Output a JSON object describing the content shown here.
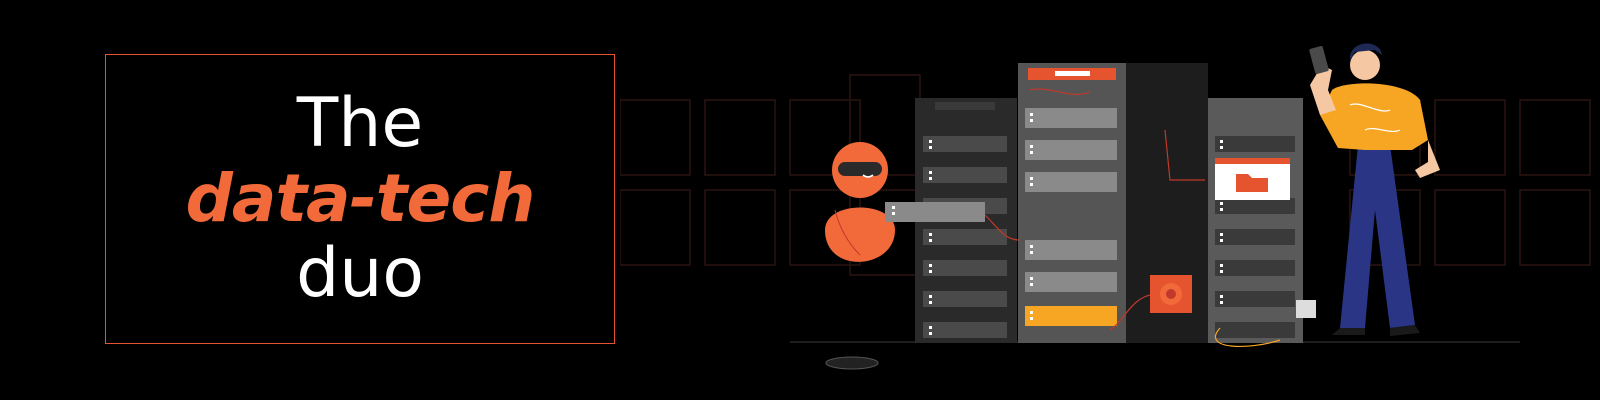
{
  "banner": {
    "title_line_1": "The",
    "title_line_2": "data-tech",
    "title_line_3": "duo"
  },
  "colors": {
    "background": "#000000",
    "accent": "#f26a3a",
    "frame": "#e5532f",
    "text": "#ffffff",
    "shirt": "#f6a623",
    "pants": "#2a3585"
  },
  "illustration": {
    "subjects": [
      "robot-icon",
      "server-rack-icon",
      "person-icon",
      "folder-icon",
      "smartphone-icon"
    ]
  }
}
